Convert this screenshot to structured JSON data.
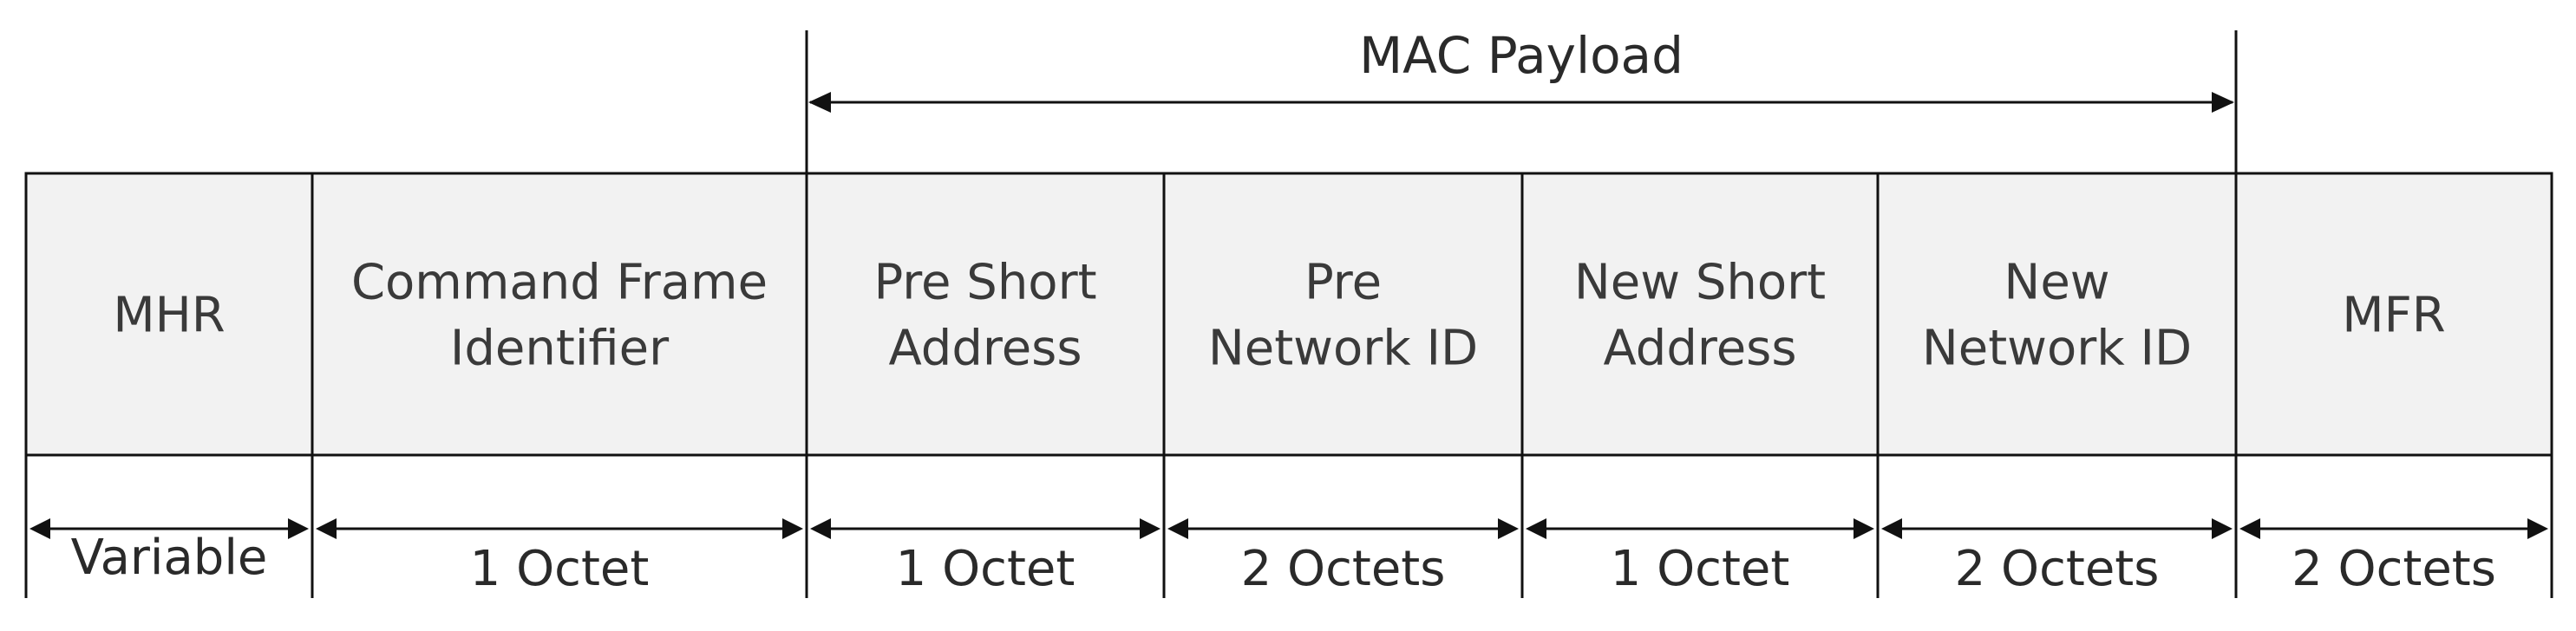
{
  "payload_title": "MAC Payload",
  "fields": [
    {
      "lines": [
        "MHR"
      ],
      "size": "Variable"
    },
    {
      "lines": [
        "Command Frame",
        "Identifier"
      ],
      "size": "1 Octet"
    },
    {
      "lines": [
        "Pre Short",
        "Address"
      ],
      "size": "1 Octet"
    },
    {
      "lines": [
        "Pre",
        "Network ID"
      ],
      "size": "2 Octets"
    },
    {
      "lines": [
        "New Short",
        "Address"
      ],
      "size": "1 Octet"
    },
    {
      "lines": [
        "New",
        "Network ID"
      ],
      "size": "2 Octets"
    },
    {
      "lines": [
        "MFR"
      ],
      "size": "2 Octets"
    }
  ],
  "colors": {
    "cell_fill": "#f2f2f2",
    "line": "#111111"
  }
}
